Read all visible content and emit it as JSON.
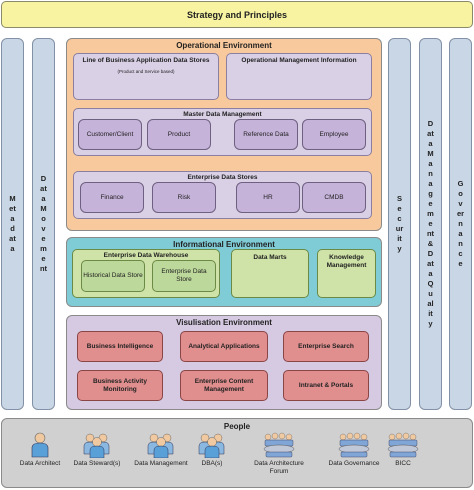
{
  "top": {
    "title": "Strategy and Principles"
  },
  "left_bars": {
    "metadata": "Metadata",
    "data_movement": "Data Movement"
  },
  "right_bars": {
    "security": "Security",
    "data_management": "Data Management & Data Quality",
    "governance": "Governance"
  },
  "operational": {
    "title": "Operational Environment",
    "lob": {
      "title": "Line of Business Application Data Stores",
      "subtitle": "(Product and Service based)"
    },
    "omi": {
      "title": "Operational Management Information"
    },
    "mdm": {
      "title": "Master Data Management",
      "items": [
        "Customer/Client",
        "Product",
        "Reference Data",
        "Employee"
      ]
    },
    "eds": {
      "title": "Enterprise Data Stores",
      "items": [
        "Finance",
        "Risk",
        "HR",
        "CMDB"
      ]
    }
  },
  "informational": {
    "title": "Informational Environment",
    "edw": {
      "title": "Enterprise Data Warehouse",
      "items": [
        "Historical Data Store",
        "Enterprise Data Store"
      ]
    },
    "marts": "Data Marts",
    "knowledge": "Knowledge Management"
  },
  "visualisation": {
    "title": "Visulisation Environment",
    "items": [
      "Business Intelligence",
      "Analytical Applications",
      "Enterprise Search",
      "Business Activity Monitoring",
      "Enterprise Content Management",
      "Intranet & Portals"
    ]
  },
  "people": {
    "title": "People",
    "items": [
      {
        "label": "Data Architect",
        "icon": "single-person-icon"
      },
      {
        "label": "Data Steward(s)",
        "icon": "group-people-icon"
      },
      {
        "label": "Data Management",
        "icon": "group-people-icon"
      },
      {
        "label": "DBA(s)",
        "icon": "group-people-icon"
      },
      {
        "label": "Data Architecture Forum",
        "icon": "meeting-table-icon"
      },
      {
        "label": "Data Governance",
        "icon": "meeting-table-icon"
      },
      {
        "label": "BICC",
        "icon": "meeting-table-icon"
      }
    ]
  },
  "colors": {
    "strategy": "#f7f3a0",
    "side_bars": "#c9d6e6",
    "operational": "#f8c99c",
    "informational": "#7fcbd6",
    "visualisation": "#d6c9e2",
    "people": "#d0d0d0"
  }
}
